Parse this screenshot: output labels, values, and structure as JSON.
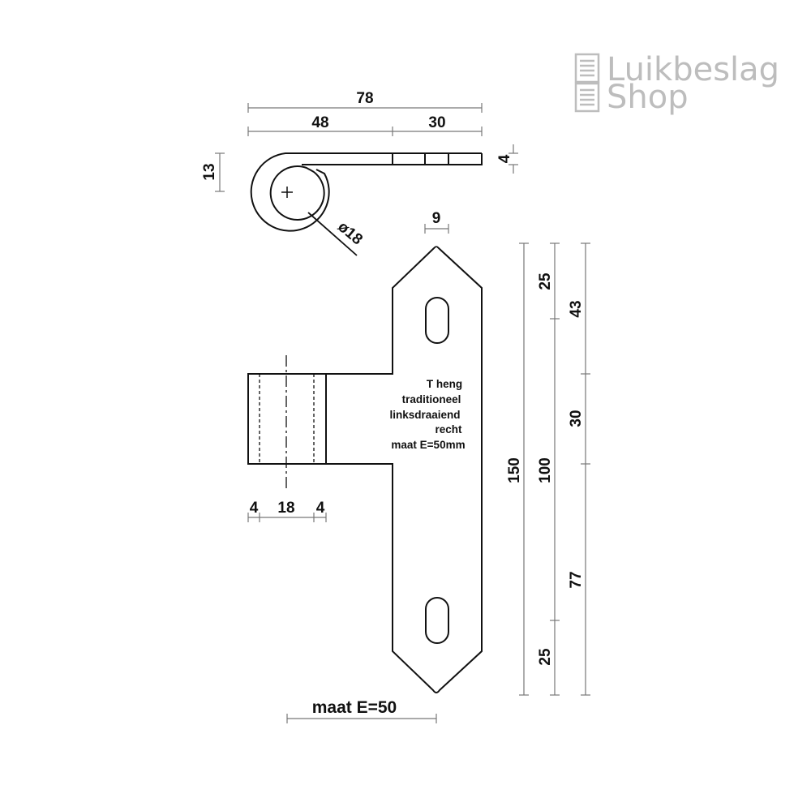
{
  "logo": {
    "line1": "Luikbeslag",
    "line2": "Shop",
    "color": "#bdbdbd"
  },
  "top_view": {
    "overall": "78",
    "left": "48",
    "right": "30",
    "height": "13",
    "thickness": "4",
    "diameter": "ø18"
  },
  "front_view": {
    "slot_width": "9",
    "note": [
      "T heng",
      "traditioneel",
      "linksdraaiend",
      "recht",
      "maat E=50mm"
    ],
    "knuckle": {
      "wall_left": "4",
      "bore": "18",
      "wall_right": "4"
    },
    "total_height": "150",
    "chain_mid": [
      "25",
      "100",
      "25"
    ],
    "chain_right": [
      "43",
      "30",
      "77"
    ],
    "maat": "maat E=50"
  }
}
